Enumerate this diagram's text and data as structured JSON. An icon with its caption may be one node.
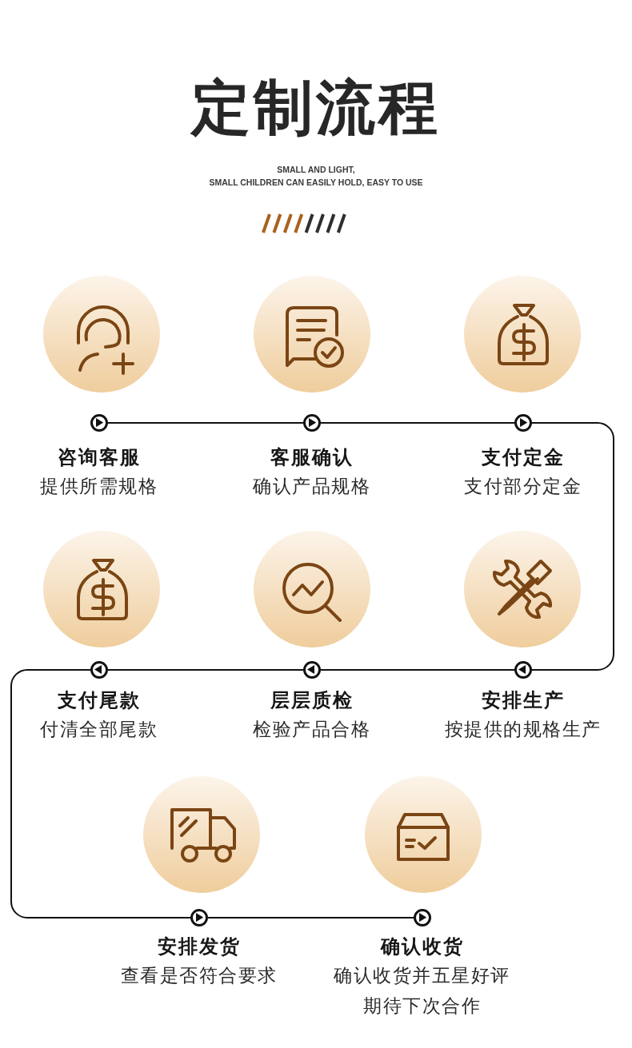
{
  "diagram": {
    "title": "定制流程",
    "nodes": [
      {
        "text": [
          "咨询客服",
          "提供所需规格"
        ]
      },
      {
        "text": [
          "客服确认",
          "确认产品规格"
        ]
      },
      {
        "text": [
          "支付定金",
          "支付部分定金"
        ]
      },
      {
        "text": [
          "支付尾款",
          "付清全部尾款"
        ]
      },
      {
        "text": [
          "层层质检",
          "检验产品合格"
        ]
      },
      {
        "text": [
          "安排生产",
          "按提供的规格生产"
        ]
      },
      {
        "text": [
          "安排发货",
          "查看是否符合要求"
        ]
      },
      {
        "text": [
          "确认收货",
          "确认收货并五星好评期待下次合作"
        ]
      }
    ],
    "edges": [
      {
        "from": 0,
        "to": 1,
        "arrow": "none"
      },
      {
        "from": 1,
        "to": 2,
        "arrow": "none"
      },
      {
        "from": 2,
        "to": 5,
        "arrow": "none"
      },
      {
        "from": 5,
        "to": 4,
        "arrow": "none"
      },
      {
        "from": 4,
        "to": 3,
        "arrow": "none"
      },
      {
        "from": 3,
        "to": 6,
        "arrow": "none"
      },
      {
        "from": 6,
        "to": 7,
        "arrow": "none"
      }
    ],
    "labels": [
      "SMALL AND LIGHT,",
      "SMALL CHILDREN CAN EASILY HOLD, EASY TO USE"
    ]
  }
}
